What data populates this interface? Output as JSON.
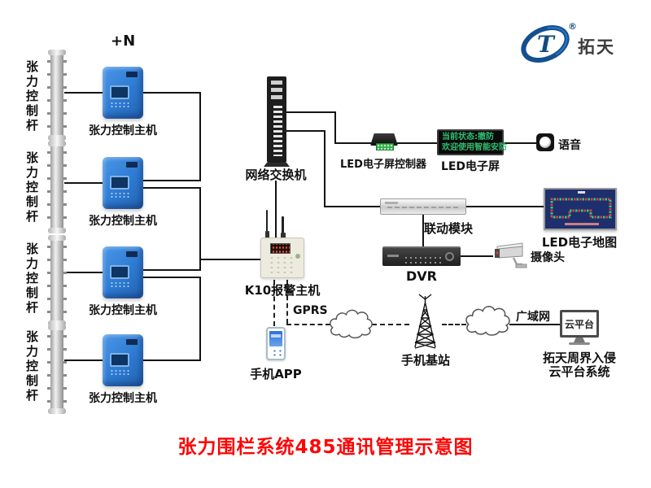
{
  "title": "张力围栏系统485通讯管理示意图",
  "plus_n": "+N",
  "logo": {
    "brand": "拓天",
    "reg": "®"
  },
  "fence": {
    "rows": [
      {
        "pole_label": "张力控制杆",
        "host_label": "张力控制主机"
      },
      {
        "pole_label": "张力控制杆",
        "host_label": "张力控制主机"
      },
      {
        "pole_label": "张力控制杆",
        "host_label": "张力控制主机"
      },
      {
        "pole_label": "张力控制杆",
        "host_label": "张力控制主机"
      }
    ]
  },
  "network": {
    "switch_label": "网络交换机"
  },
  "led_chain": {
    "controller_label": "LED电子屏控制器",
    "screen_label": "LED电子屏",
    "screen_line1": "当前状态:撤防",
    "screen_line2": "欢迎使用智能安防",
    "voice_label": "语音"
  },
  "linkage_chain": {
    "module_label": "联动模块",
    "map_label": "LED电子地图"
  },
  "dvr_chain": {
    "dvr_label": "DVR",
    "camera_label": "摄像头"
  },
  "alarm": {
    "host_label": "K10报警主机",
    "gprs_label": "GPRS"
  },
  "mobile_chain": {
    "app_label": "手机APP",
    "station_label": "手机基站",
    "wan_label": "广域网",
    "platform_label": "云平台",
    "caption1": "拓天周界入侵",
    "caption2": "云平台系统"
  },
  "colors": {
    "wire": "#141414",
    "title_red": "#fe0404",
    "host_blue": "#2f7fd0",
    "led_green": "#2fbf71",
    "map_navy": "#1e2f6d"
  }
}
